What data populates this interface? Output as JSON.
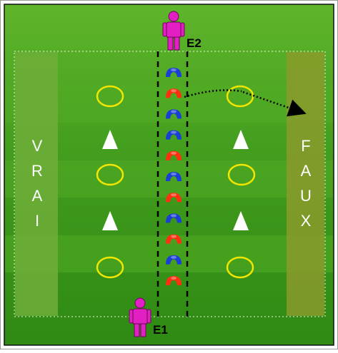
{
  "zones": {
    "left_label": [
      "V",
      "R",
      "A",
      "I"
    ],
    "right_label": [
      "F",
      "A",
      "U",
      "X"
    ]
  },
  "players": {
    "top": "E2",
    "bottom": "E1"
  },
  "colors": {
    "field": "#3f9a1c",
    "stripe_light": "#4aa626",
    "zone_left": "#6fae3a",
    "zone_right": "#8a9a2c",
    "player": "#e21fc3",
    "cone_blue": "#1b3fd6",
    "cone_red": "#ff3010",
    "hoop": "#f2e600",
    "marker": "#ffffff"
  },
  "cone_sequence": [
    "blue",
    "red",
    "blue",
    "blue",
    "red",
    "blue",
    "red",
    "blue",
    "red",
    "blue",
    "red"
  ],
  "icons": {
    "player": "person-icon",
    "cone": "disc-cone-icon",
    "hoop": "hoop-icon",
    "marker": "triangle-marker-icon",
    "arrow": "dotted-arrow-icon"
  }
}
